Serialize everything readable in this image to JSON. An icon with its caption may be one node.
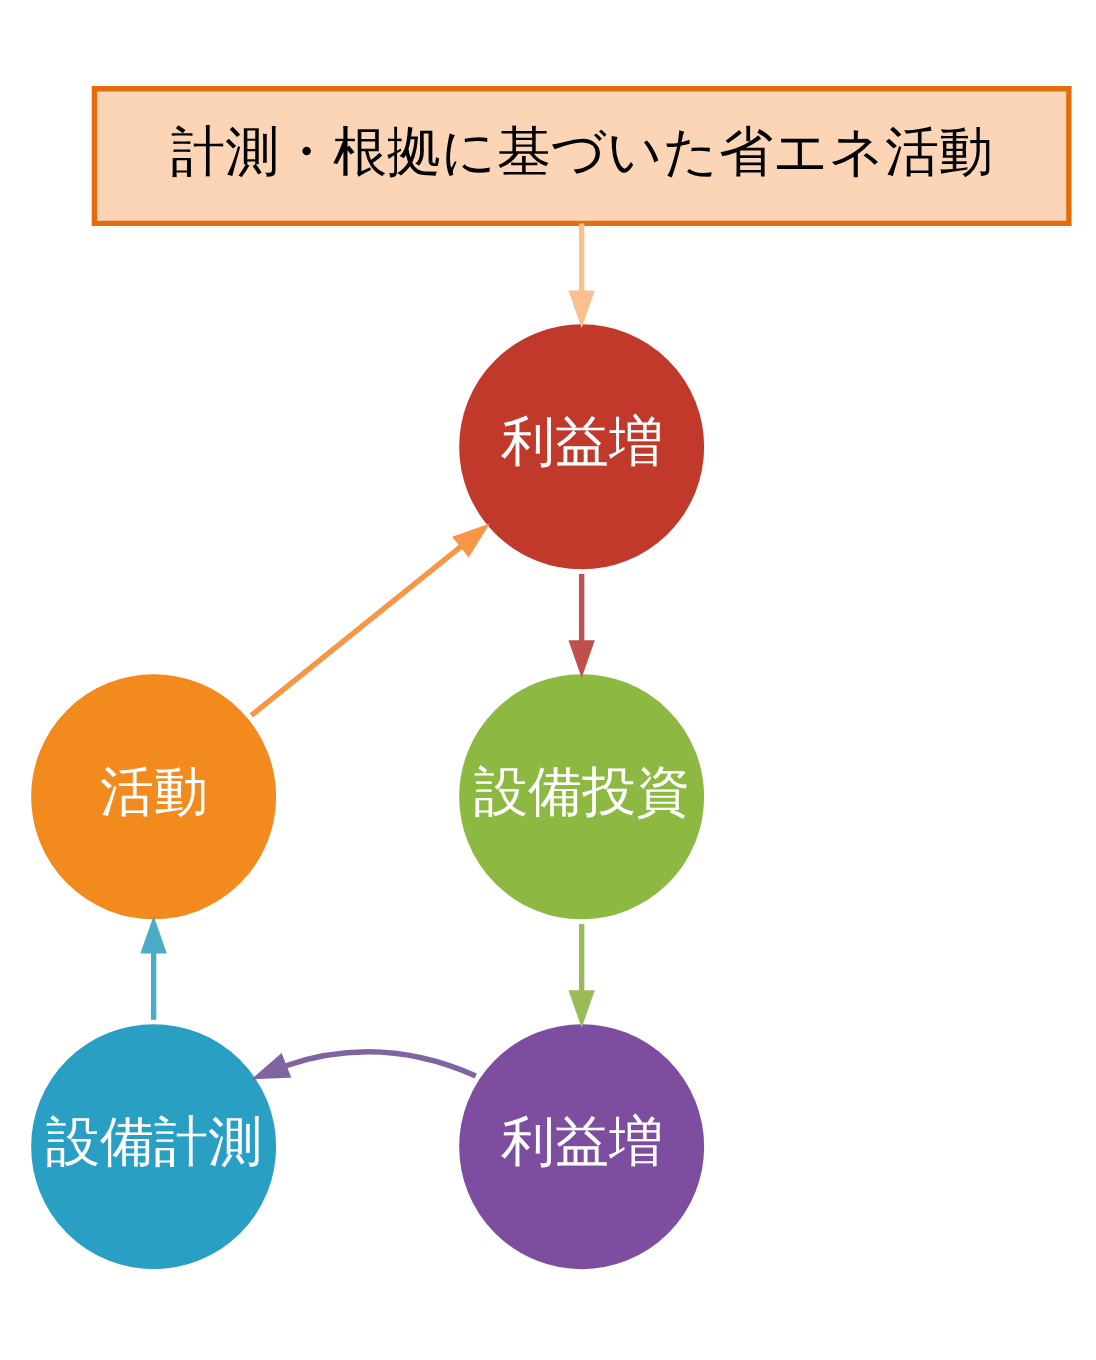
{
  "diagram": {
    "nodes": [
      {
        "text": [
          "計測・根拠に基づいた省エネ活動"
        ]
      },
      {
        "text": [
          "利益増"
        ]
      },
      {
        "text": [
          "設備投資"
        ]
      },
      {
        "text": [
          "利益増"
        ]
      },
      {
        "text": [
          "設備計測"
        ]
      },
      {
        "text": [
          "活動"
        ]
      }
    ],
    "edges": [
      {
        "from": 0,
        "to": 1,
        "arrow": "to",
        "color": "#fac090"
      },
      {
        "from": 1,
        "to": 2,
        "arrow": "to",
        "color": "#c0504d"
      },
      {
        "from": 2,
        "to": 3,
        "arrow": "to",
        "color": "#9bbb59"
      },
      {
        "from": 3,
        "to": 4,
        "arrow": "to",
        "color": "#8064a2"
      },
      {
        "from": 4,
        "to": 5,
        "arrow": "to",
        "color": "#4bacc6"
      },
      {
        "from": 5,
        "to": 1,
        "arrow": "to",
        "color": "#f79646"
      }
    ]
  }
}
